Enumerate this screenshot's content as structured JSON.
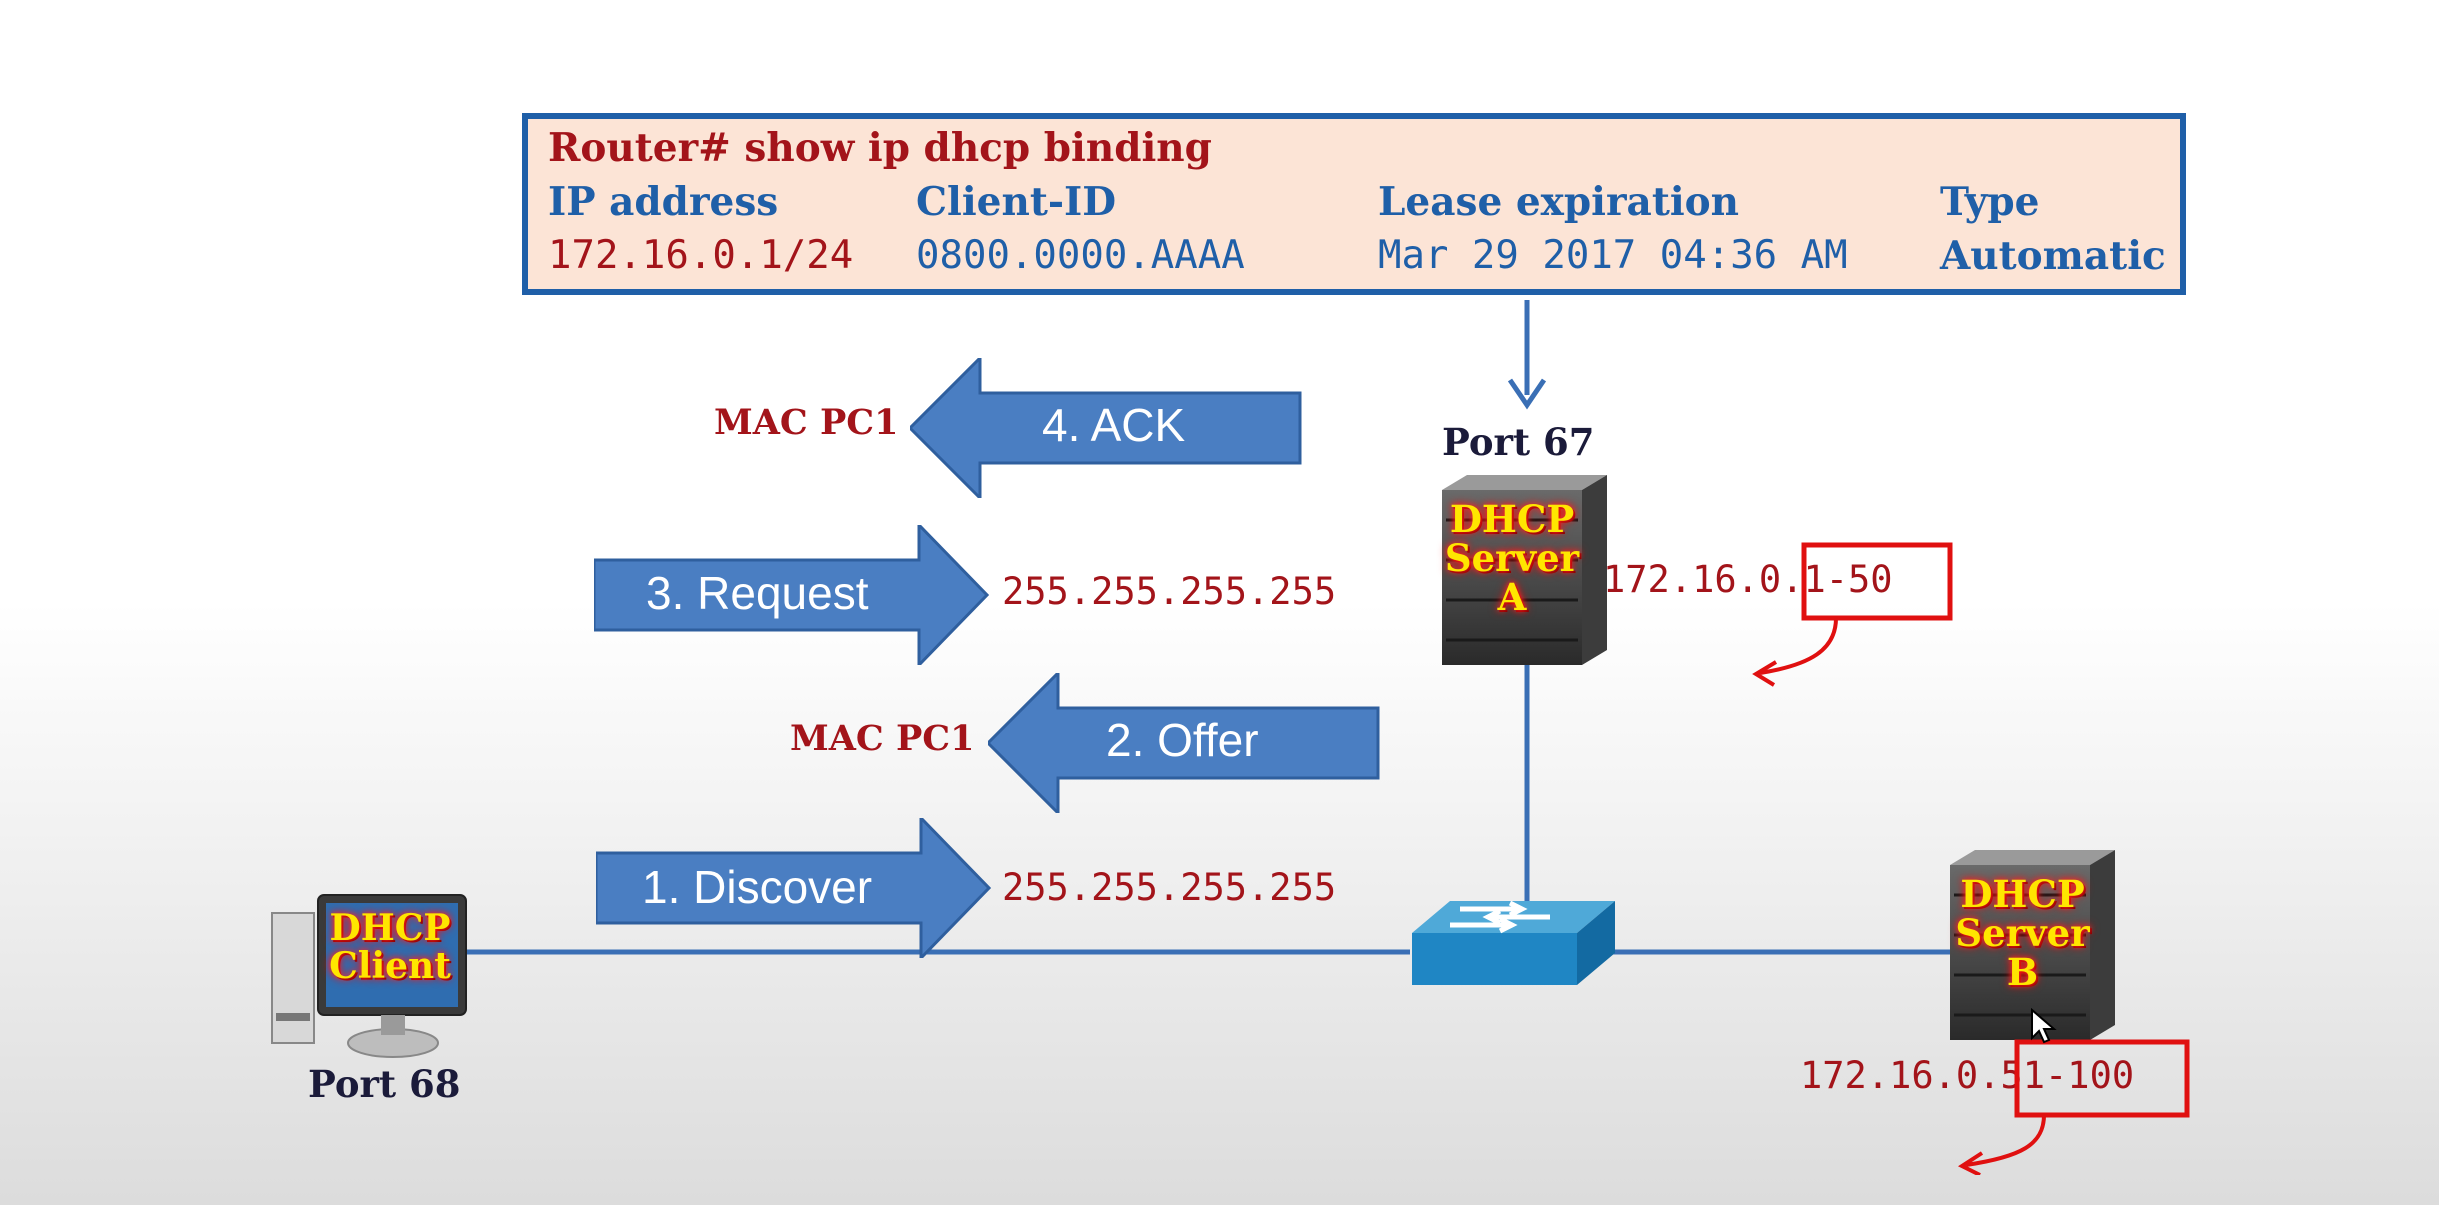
{
  "cli": {
    "command": "Router# show ip dhcp binding",
    "headers": [
      "IP address",
      "Client-ID",
      "Lease expiration",
      "Type"
    ],
    "row": [
      "172.16.0.1/24",
      "0800.0000.AAAA",
      "Mar 29 2017 04:36 AM",
      "Automatic"
    ]
  },
  "messages": {
    "ack": {
      "label": "4. ACK",
      "target": "MAC PC1"
    },
    "request": {
      "label": "3. Request",
      "target": "255.255.255.255"
    },
    "offer": {
      "label": "2. Offer",
      "target": "MAC PC1"
    },
    "discover": {
      "label": "1. Discover",
      "target": "255.255.255.255"
    }
  },
  "server_a": {
    "line1": "DHCP",
    "line2": "Server",
    "line3": "A",
    "port": "Port 67",
    "pool": "172.16.0.1-50"
  },
  "server_b": {
    "line1": "DHCP",
    "line2": "Server",
    "line3": "B",
    "pool": "172.16.0.51-100"
  },
  "client": {
    "line1": "DHCP",
    "line2": "Client",
    "port": "Port 68"
  },
  "colors": {
    "arrow_blue": "#4a7ec2",
    "line_blue": "#3a6fb5",
    "red_text": "#a3141a",
    "highlight_red": "#e01010",
    "box_fill": "#fce4d6"
  }
}
